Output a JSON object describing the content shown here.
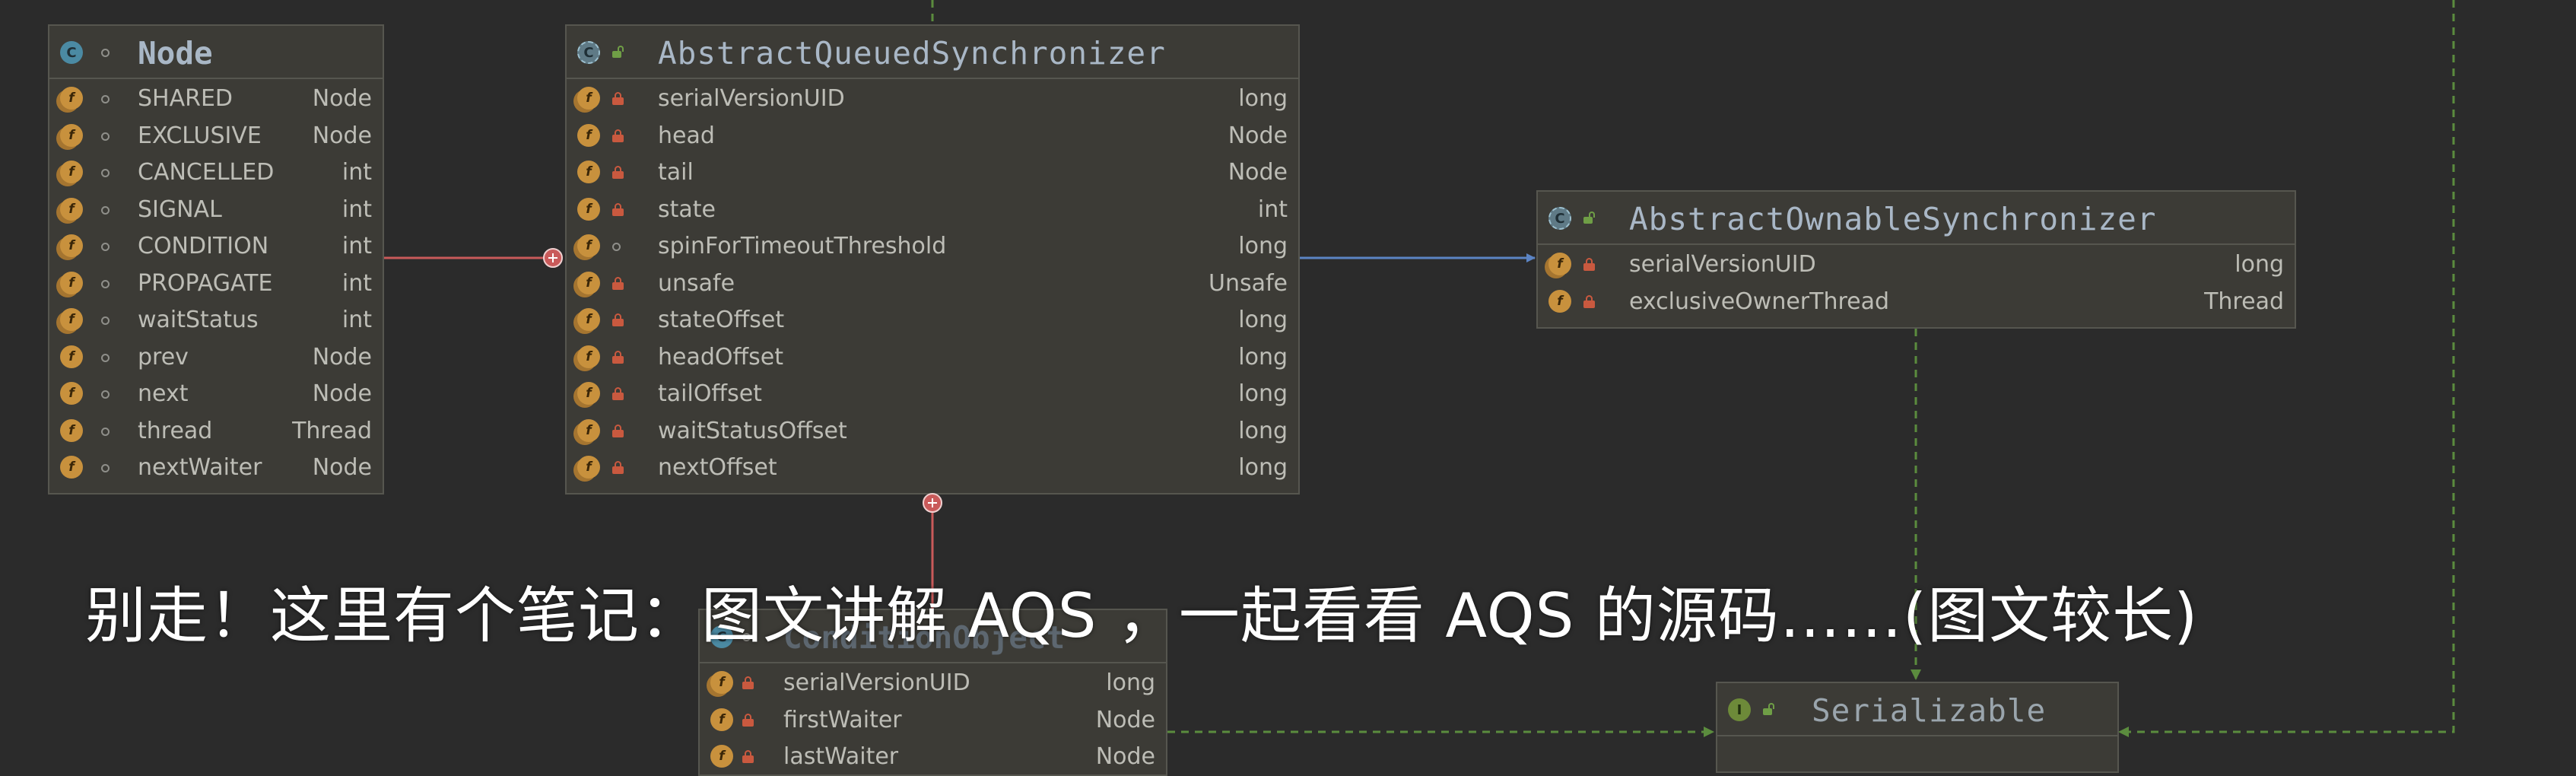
{
  "caption": "别走！这里有个笔记：图文讲解 AQS ，一起看看 AQS 的源码……(图文较长)",
  "colors": {
    "background": "#2b2b2b",
    "box": "#3c3b36",
    "inheritance_arrow": "#5b84c4",
    "inner_class_link": "#c95a5a",
    "implements_dashed": "#5b8c3e"
  },
  "classes": {
    "node": {
      "name": "Node",
      "kind_icon": "class-icon",
      "fields": [
        {
          "name": "SHARED",
          "type": "Node"
        },
        {
          "name": "EXCLUSIVE",
          "type": "Node"
        },
        {
          "name": "CANCELLED",
          "type": "int"
        },
        {
          "name": "SIGNAL",
          "type": "int"
        },
        {
          "name": "CONDITION",
          "type": "int"
        },
        {
          "name": "PROPAGATE",
          "type": "int"
        },
        {
          "name": "waitStatus",
          "type": "int"
        },
        {
          "name": "prev",
          "type": "Node"
        },
        {
          "name": "next",
          "type": "Node"
        },
        {
          "name": "thread",
          "type": "Thread"
        },
        {
          "name": "nextWaiter",
          "type": "Node"
        }
      ]
    },
    "aqs": {
      "name": "AbstractQueuedSynchronizer",
      "kind_icon": "abstract-class-icon",
      "fields": [
        {
          "name": "serialVersionUID",
          "type": "long"
        },
        {
          "name": "head",
          "type": "Node"
        },
        {
          "name": "tail",
          "type": "Node"
        },
        {
          "name": "state",
          "type": "int"
        },
        {
          "name": "spinForTimeoutThreshold",
          "type": "long"
        },
        {
          "name": "unsafe",
          "type": "Unsafe"
        },
        {
          "name": "stateOffset",
          "type": "long"
        },
        {
          "name": "headOffset",
          "type": "long"
        },
        {
          "name": "tailOffset",
          "type": "long"
        },
        {
          "name": "waitStatusOffset",
          "type": "long"
        },
        {
          "name": "nextOffset",
          "type": "long"
        }
      ]
    },
    "aos": {
      "name": "AbstractOwnableSynchronizer",
      "kind_icon": "abstract-class-icon",
      "fields": [
        {
          "name": "serialVersionUID",
          "type": "long"
        },
        {
          "name": "exclusiveOwnerThread",
          "type": "Thread"
        }
      ]
    },
    "condition_object": {
      "name": "ConditionObject",
      "kind_icon": "class-icon",
      "fields": [
        {
          "name": "serialVersionUID",
          "type": "long"
        },
        {
          "name": "firstWaiter",
          "type": "Node"
        },
        {
          "name": "lastWaiter",
          "type": "Node"
        }
      ]
    },
    "serializable": {
      "name": "Serializable",
      "kind_icon": "interface-icon",
      "fields": []
    }
  }
}
